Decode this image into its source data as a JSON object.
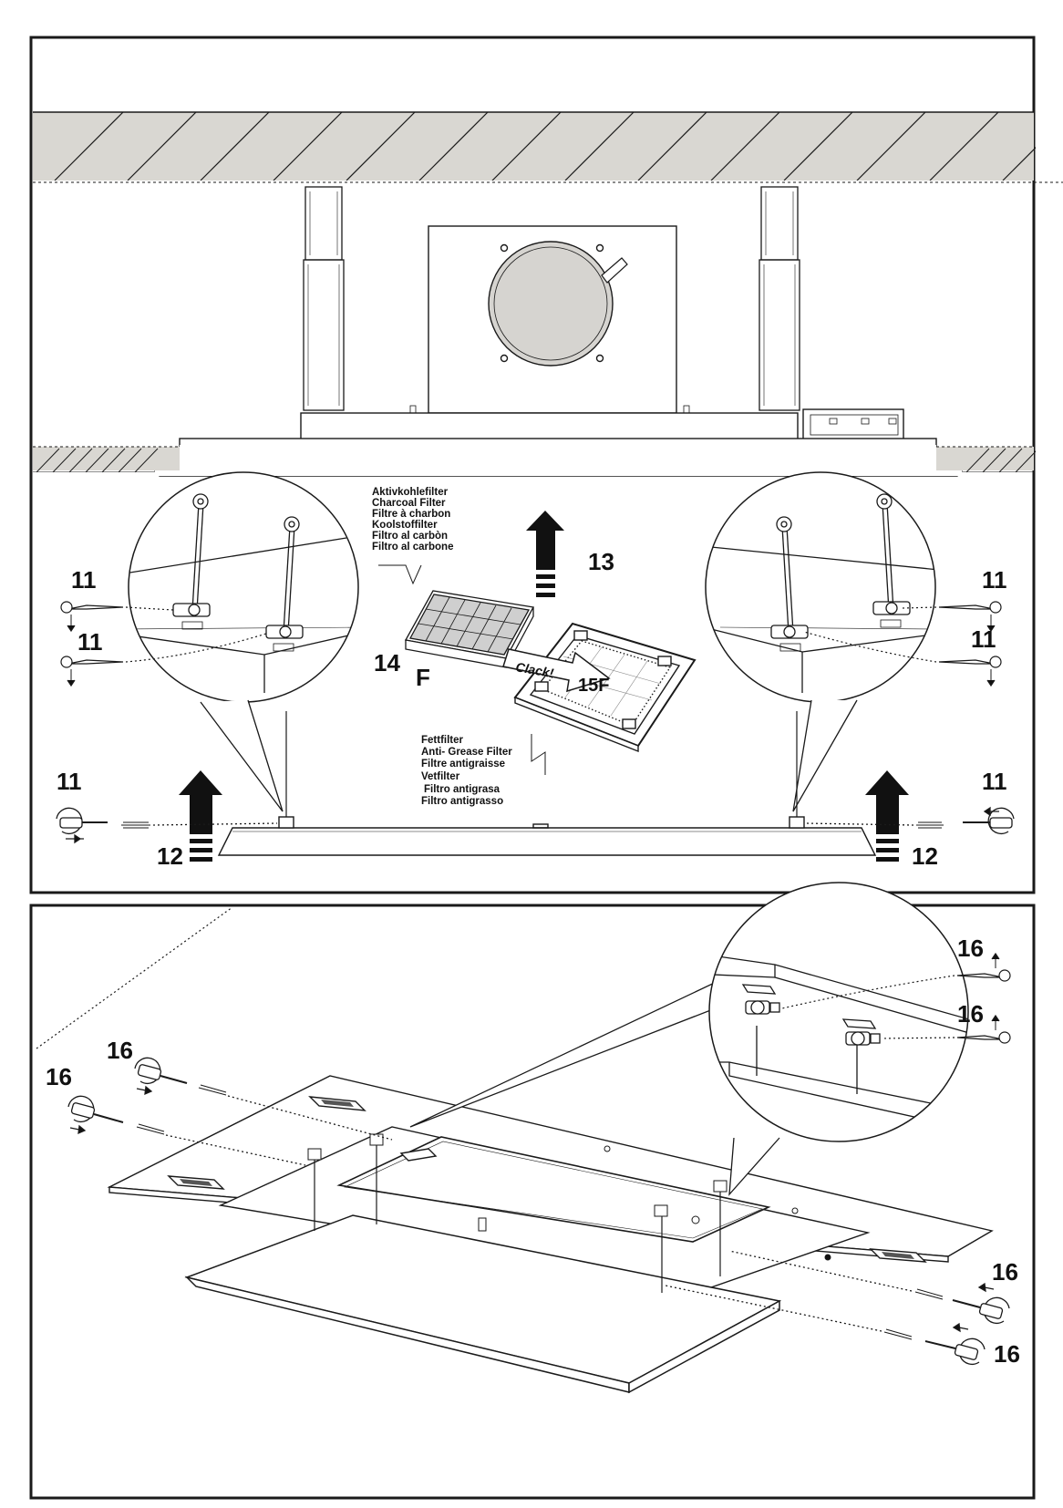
{
  "colors": {
    "line": "#1a1a1a",
    "ceiling_fill": "#d9d7d2",
    "duct_fill": "#d6d4d0",
    "filter_fill": "#cfcfcf",
    "arrow_fill": "#111111",
    "background": "#ffffff"
  },
  "top_panel": {
    "charcoal_filter_labels": [
      "Aktivkohlefilter",
      "Charcoal Filter",
      "Filtre à charbon",
      "Koolstoffilter",
      "Filtro al carbòn",
      "Filtro al carbone"
    ],
    "grease_filter_labels": [
      "Fettfilter",
      "Anti- Grease Filter",
      "Filtre antigraisse",
      "Vetfilter",
      "Filtro antigrasa",
      "Filtro antigrasso"
    ],
    "callouts": {
      "left_pin_upper": "11",
      "left_pin_lower": "11",
      "right_pin_upper": "11",
      "right_pin_lower": "11",
      "left_screw": "11",
      "right_screw": "11",
      "left_push": "12",
      "right_push": "12",
      "up_arrow": "13",
      "filter_number": "14",
      "filter_letter": "F",
      "clack": "Clack!",
      "frame_label": "15F"
    }
  },
  "bottom_panel": {
    "callouts": {
      "left_screw_upper": "16",
      "left_screw_lower": "16",
      "zoom_pin_upper": "16",
      "zoom_pin_lower": "16",
      "right_screw_upper": "16",
      "right_screw_lower": "16"
    }
  }
}
